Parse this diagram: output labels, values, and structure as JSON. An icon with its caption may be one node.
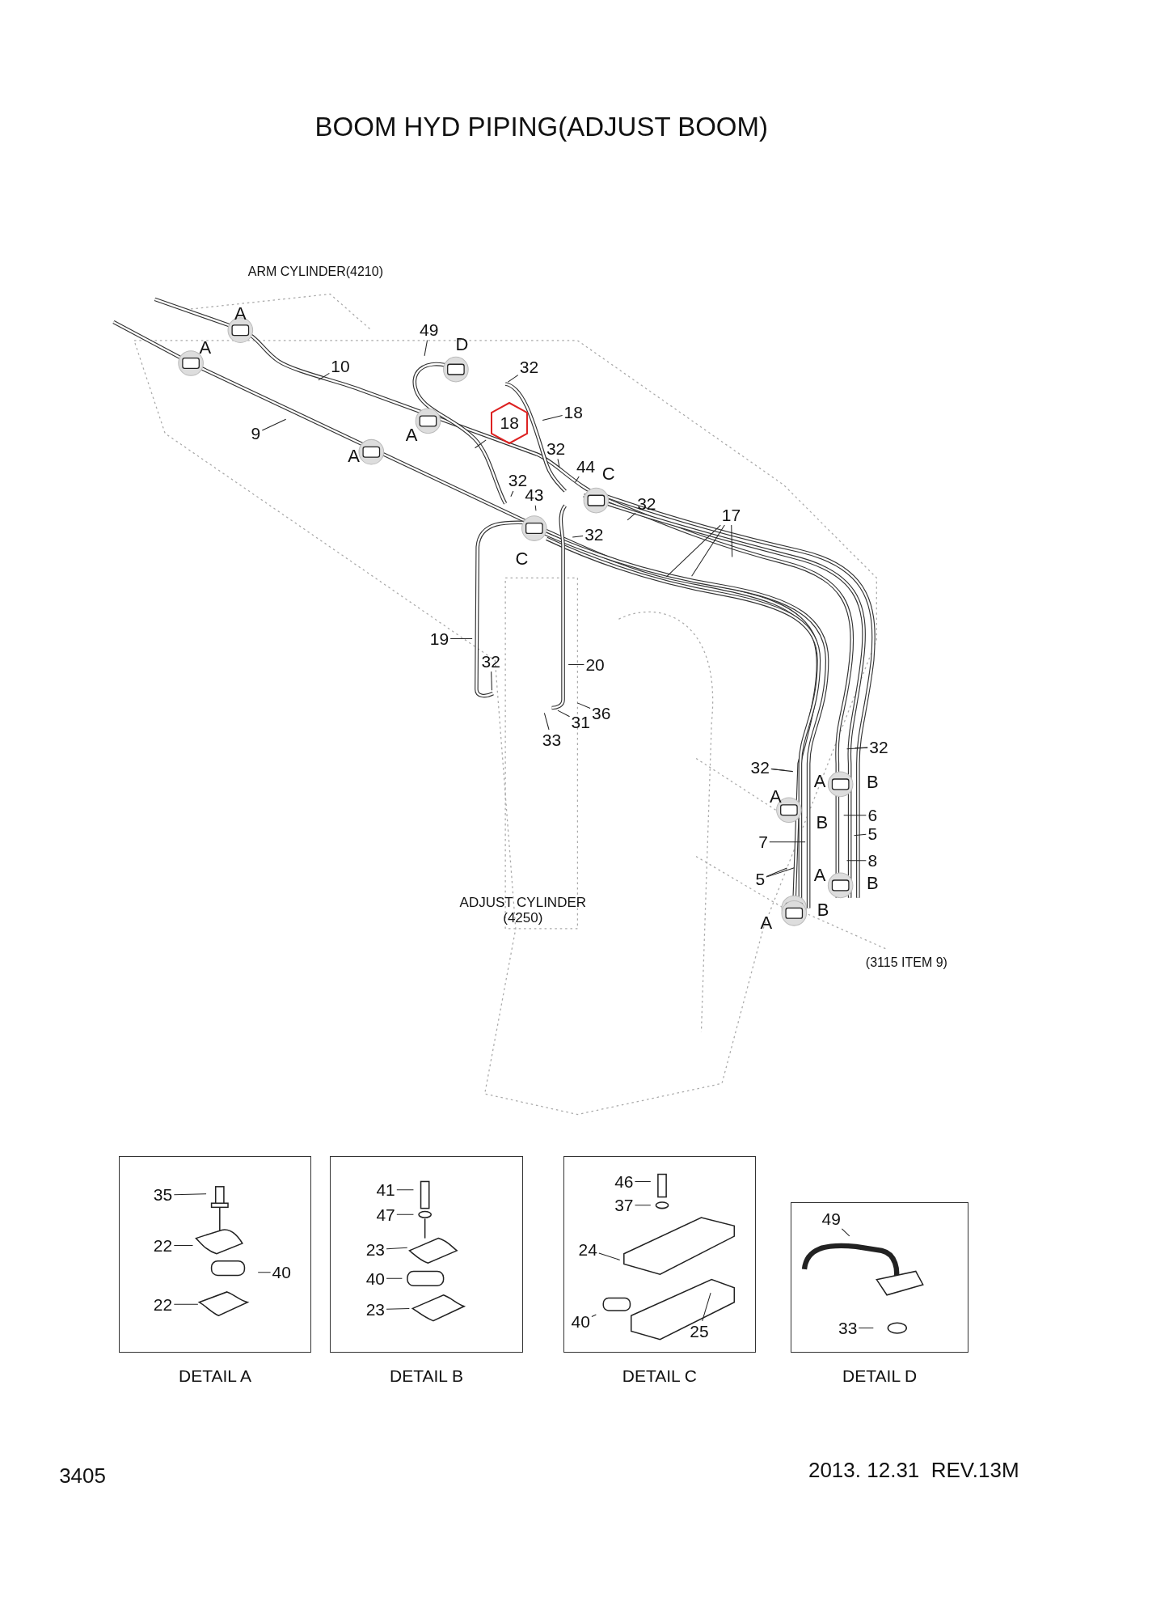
{
  "diagram": {
    "title": "BOOM HYD PIPING(ADJUST BOOM)",
    "nodes": [
      {
        "text": [
          "49"
        ]
      },
      {
        "text": [
          "32"
        ]
      },
      {
        "text": [
          "10"
        ]
      },
      {
        "text": [
          "18"
        ]
      },
      {
        "text": [
          "18"
        ]
      },
      {
        "text": [
          "9"
        ]
      },
      {
        "text": [
          "32"
        ]
      },
      {
        "text": [
          "32"
        ]
      },
      {
        "text": [
          "44"
        ]
      },
      {
        "text": [
          "43"
        ]
      },
      {
        "text": [
          "32"
        ]
      },
      {
        "text": [
          "17"
        ]
      },
      {
        "text": [
          "32"
        ]
      },
      {
        "text": [
          "19"
        ]
      },
      {
        "text": [
          "32"
        ]
      },
      {
        "text": [
          "20"
        ]
      },
      {
        "text": [
          "36"
        ]
      },
      {
        "text": [
          "31"
        ]
      },
      {
        "text": [
          "33"
        ]
      },
      {
        "text": [
          "32"
        ]
      },
      {
        "text": [
          "32"
        ]
      },
      {
        "text": [
          "6"
        ]
      },
      {
        "text": [
          "5"
        ]
      },
      {
        "text": [
          "7"
        ]
      },
      {
        "text": [
          "8"
        ]
      },
      {
        "text": [
          "5"
        ]
      },
      {
        "text": [
          "DETAIL A"
        ]
      },
      {
        "text": [
          "35"
        ],
        "in": 26
      },
      {
        "text": [
          "22"
        ],
        "in": 26
      },
      {
        "text": [
          "40"
        ],
        "in": 26
      },
      {
        "text": [
          "22"
        ],
        "in": 26
      },
      {
        "text": [
          "DETAIL B"
        ]
      },
      {
        "text": [
          "41"
        ],
        "in": 31
      },
      {
        "text": [
          "47"
        ],
        "in": 31
      },
      {
        "text": [
          "23"
        ],
        "in": 31
      },
      {
        "text": [
          "40"
        ],
        "in": 31
      },
      {
        "text": [
          "23"
        ],
        "in": 31
      },
      {
        "text": [
          "DETAIL C"
        ]
      },
      {
        "text": [
          "46"
        ],
        "in": 37
      },
      {
        "text": [
          "37"
        ],
        "in": 37
      },
      {
        "text": [
          "24"
        ],
        "in": 37
      },
      {
        "text": [
          "40"
        ],
        "in": 37
      },
      {
        "text": [
          "25"
        ],
        "in": 37
      },
      {
        "text": [
          "DETAIL D"
        ]
      },
      {
        "text": [
          "49"
        ],
        "in": 43
      },
      {
        "text": [
          "33"
        ],
        "in": 43
      }
    ],
    "edges": [
      {
        "from": 0,
        "to": null,
        "arrow": "none"
      },
      {
        "from": 1,
        "to": null,
        "arrow": "none"
      },
      {
        "from": 2,
        "to": null,
        "arrow": "none"
      },
      {
        "from": 3,
        "to": null,
        "arrow": "none"
      },
      {
        "from": 4,
        "to": null,
        "arrow": "none"
      },
      {
        "from": 5,
        "to": null,
        "arrow": "none"
      },
      {
        "from": 6,
        "to": null,
        "arrow": "none"
      },
      {
        "from": 7,
        "to": null,
        "arrow": "none"
      },
      {
        "from": 8,
        "to": null,
        "arrow": "none"
      },
      {
        "from": 9,
        "to": null,
        "arrow": "none"
      },
      {
        "from": 10,
        "to": null,
        "arrow": "none"
      },
      {
        "from": 11,
        "to": null,
        "arrow": "none"
      },
      {
        "from": 11,
        "to": null,
        "arrow": "none"
      },
      {
        "from": 11,
        "to": null,
        "arrow": "none"
      },
      {
        "from": 12,
        "to": null,
        "arrow": "none"
      },
      {
        "from": 13,
        "to": null,
        "arrow": "none"
      },
      {
        "from": 14,
        "to": null,
        "arrow": "none"
      },
      {
        "from": 15,
        "to": null,
        "arrow": "none"
      },
      {
        "from": 16,
        "to": null,
        "arrow": "none"
      },
      {
        "from": 17,
        "to": null,
        "arrow": "none"
      },
      {
        "from": 18,
        "to": null,
        "arrow": "none"
      },
      {
        "from": 19,
        "to": null,
        "arrow": "none"
      },
      {
        "from": 19,
        "to": null,
        "arrow": "none"
      },
      {
        "from": 20,
        "to": null,
        "arrow": "none"
      },
      {
        "from": 20,
        "to": null,
        "arrow": "none"
      },
      {
        "from": 21,
        "to": null,
        "arrow": "none"
      },
      {
        "from": 22,
        "to": null,
        "arrow": "none"
      },
      {
        "from": 23,
        "to": null,
        "arrow": "none"
      },
      {
        "from": 24,
        "to": null,
        "arrow": "none"
      },
      {
        "from": 25,
        "to": null,
        "arrow": "none"
      },
      {
        "from": 25,
        "to": null,
        "arrow": "none"
      },
      {
        "from": 27,
        "to": null,
        "arrow": "none"
      },
      {
        "from": 28,
        "to": null,
        "arrow": "none"
      },
      {
        "from": 29,
        "to": null,
        "arrow": "none"
      },
      {
        "from": 30,
        "to": null,
        "arrow": "none"
      },
      {
        "from": 32,
        "to": null,
        "arrow": "none"
      },
      {
        "from": 33,
        "to": null,
        "arrow": "none"
      },
      {
        "from": 34,
        "to": null,
        "arrow": "none"
      },
      {
        "from": 35,
        "to": null,
        "arrow": "none"
      },
      {
        "from": 36,
        "to": null,
        "arrow": "none"
      },
      {
        "from": 38,
        "to": null,
        "arrow": "none"
      },
      {
        "from": 39,
        "to": null,
        "arrow": "none"
      },
      {
        "from": 40,
        "to": null,
        "arrow": "none"
      },
      {
        "from": 41,
        "to": null,
        "arrow": "none"
      },
      {
        "from": 42,
        "to": null,
        "arrow": "none"
      },
      {
        "from": 44,
        "to": null,
        "arrow": "none"
      },
      {
        "from": 45,
        "to": null,
        "arrow": "none"
      }
    ],
    "labels": [
      "ARM CYLINDER(4210)",
      "A",
      "A",
      "D",
      "A",
      "A",
      "C",
      "C",
      "A",
      "B",
      "A",
      "B",
      "A",
      "B",
      "ADJUST CYLINDER (4250)",
      "A",
      "B",
      "(3115 ITEM 9)",
      "3405",
      "2013. 12.31  REV.13M"
    ]
  }
}
